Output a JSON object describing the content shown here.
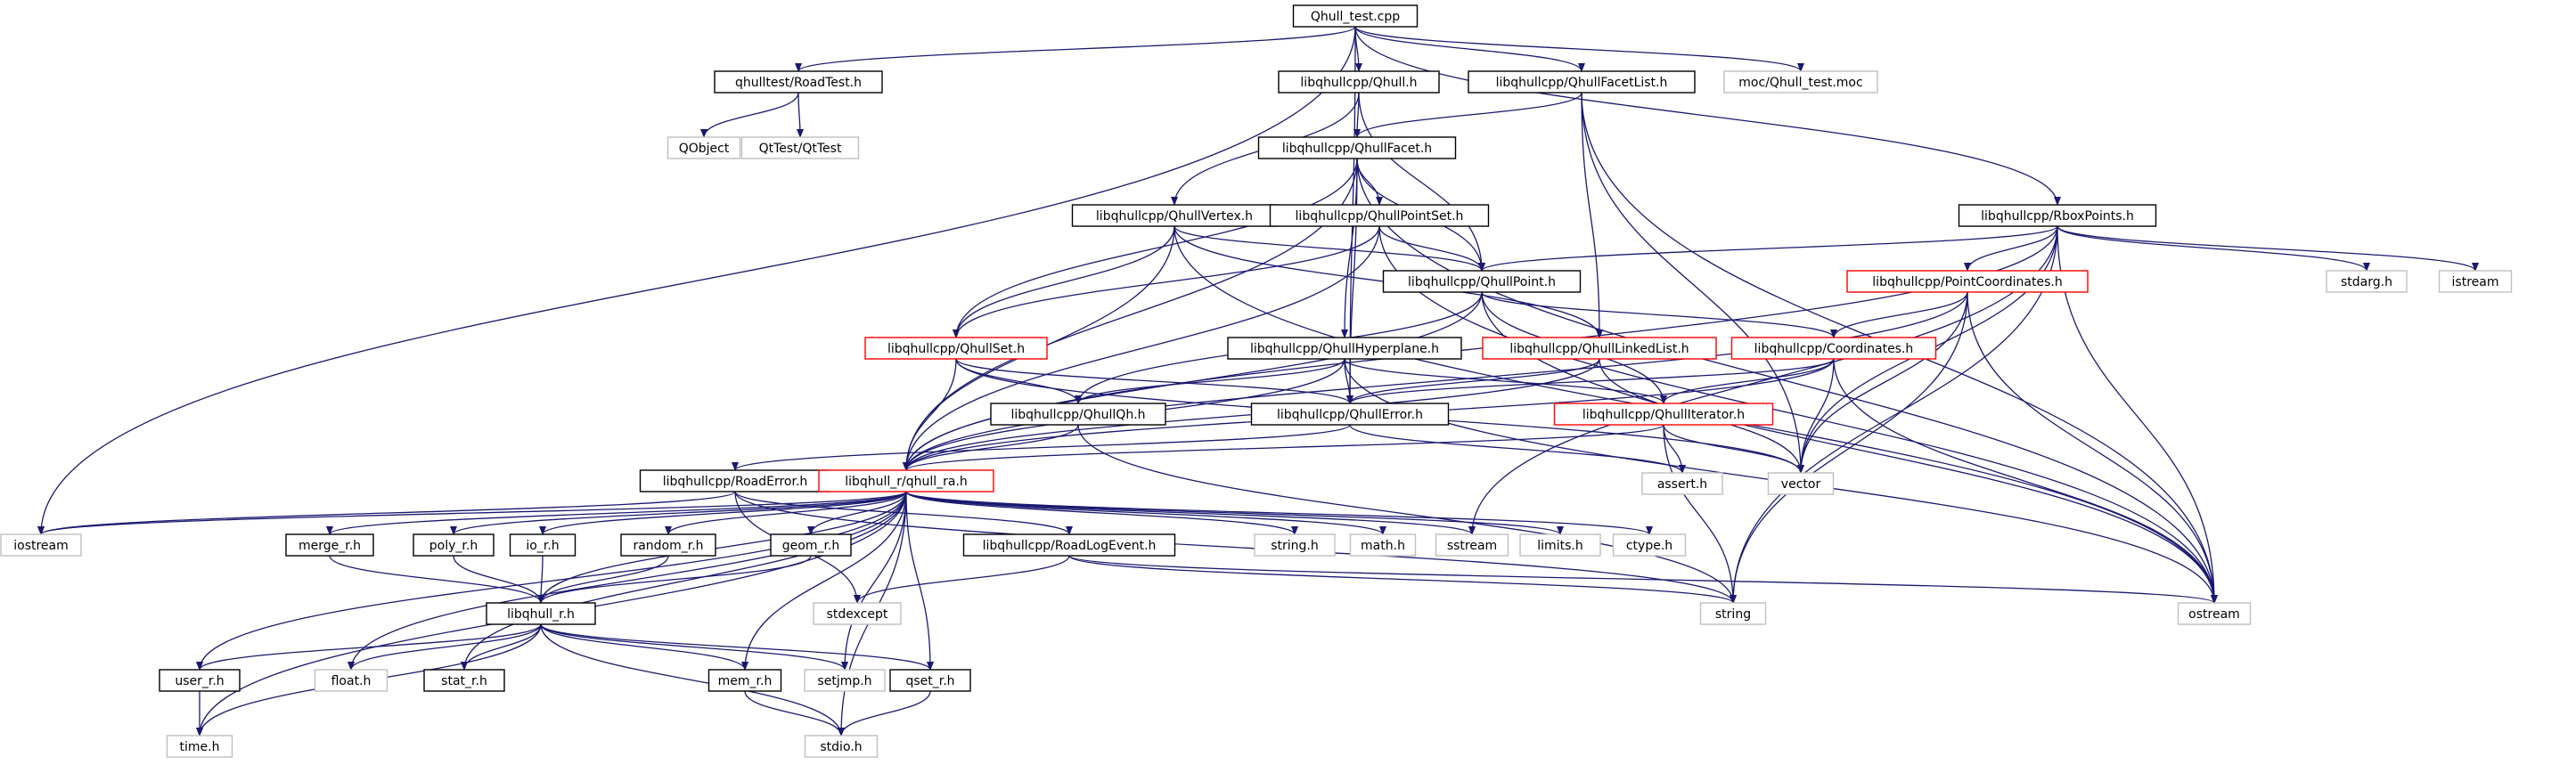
{
  "colors": {
    "background": "#ffffff",
    "edge": "#191970",
    "root_fill": "#bfbfbf",
    "node_border": "#000000",
    "red_border": "#ff0000",
    "external_border": "#bfbfbf",
    "text": "#000000"
  },
  "graph": {
    "nodes": [
      {
        "id": "qhull_test_cpp",
        "label": "Qhull_test.cpp",
        "style": "root"
      },
      {
        "id": "roadtest_h",
        "label": "qhulltest/RoadTest.h",
        "style": "normal"
      },
      {
        "id": "qhull_h",
        "label": "libqhullcpp/Qhull.h",
        "style": "normal"
      },
      {
        "id": "qhullfacetlist_h",
        "label": "libqhullcpp/QhullFacetList.h",
        "style": "normal"
      },
      {
        "id": "qhull_test_moc",
        "label": "moc/Qhull_test.moc",
        "style": "external"
      },
      {
        "id": "qobject",
        "label": "QObject",
        "style": "external"
      },
      {
        "id": "qttest",
        "label": "QtTest/QtTest",
        "style": "external"
      },
      {
        "id": "qhullfacet_h",
        "label": "libqhullcpp/QhullFacet.h",
        "style": "normal"
      },
      {
        "id": "rboxpoints_h",
        "label": "libqhullcpp/RboxPoints.h",
        "style": "normal"
      },
      {
        "id": "qhullvertex_h",
        "label": "libqhullcpp/QhullVertex.h",
        "style": "normal"
      },
      {
        "id": "qhullpointset_h",
        "label": "libqhullcpp/QhullPointSet.h",
        "style": "normal"
      },
      {
        "id": "qhullpoint_h",
        "label": "libqhullcpp/QhullPoint.h",
        "style": "normal"
      },
      {
        "id": "pointcoordinates_h",
        "label": "libqhullcpp/PointCoordinates.h",
        "style": "red"
      },
      {
        "id": "stdarg_h",
        "label": "stdarg.h",
        "style": "external"
      },
      {
        "id": "istream",
        "label": "istream",
        "style": "external"
      },
      {
        "id": "qhullset_h",
        "label": "libqhullcpp/QhullSet.h",
        "style": "red"
      },
      {
        "id": "qhullhyperplane_h",
        "label": "libqhullcpp/QhullHyperplane.h",
        "style": "normal"
      },
      {
        "id": "qhulllinkedlist_h",
        "label": "libqhullcpp/QhullLinkedList.h",
        "style": "red"
      },
      {
        "id": "coordinates_h",
        "label": "libqhullcpp/Coordinates.h",
        "style": "red"
      },
      {
        "id": "qhullqh_h",
        "label": "libqhullcpp/QhullQh.h",
        "style": "normal"
      },
      {
        "id": "qhullerror_h",
        "label": "libqhullcpp/QhullError.h",
        "style": "normal"
      },
      {
        "id": "qhulliterator_h",
        "label": "libqhullcpp/QhullIterator.h",
        "style": "red"
      },
      {
        "id": "roaderror_h",
        "label": "libqhullcpp/RoadError.h",
        "style": "normal"
      },
      {
        "id": "qhull_ra_h",
        "label": "libqhull_r/qhull_ra.h",
        "style": "red"
      },
      {
        "id": "assert_h",
        "label": "assert.h",
        "style": "external"
      },
      {
        "id": "vector",
        "label": "vector",
        "style": "external"
      },
      {
        "id": "iostream",
        "label": "iostream",
        "style": "external"
      },
      {
        "id": "merge_r_h",
        "label": "merge_r.h",
        "style": "normal"
      },
      {
        "id": "poly_r_h",
        "label": "poly_r.h",
        "style": "normal"
      },
      {
        "id": "io_r_h",
        "label": "io_r.h",
        "style": "normal"
      },
      {
        "id": "random_r_h",
        "label": "random_r.h",
        "style": "normal"
      },
      {
        "id": "geom_r_h",
        "label": "geom_r.h",
        "style": "normal"
      },
      {
        "id": "roadlogevent_h",
        "label": "libqhullcpp/RoadLogEvent.h",
        "style": "normal"
      },
      {
        "id": "string_h",
        "label": "string.h",
        "style": "external"
      },
      {
        "id": "math_h",
        "label": "math.h",
        "style": "external"
      },
      {
        "id": "sstream",
        "label": "sstream",
        "style": "external"
      },
      {
        "id": "limits_h",
        "label": "limits.h",
        "style": "external"
      },
      {
        "id": "ctype_h",
        "label": "ctype.h",
        "style": "external"
      },
      {
        "id": "libqhull_r_h",
        "label": "libqhull_r.h",
        "style": "normal"
      },
      {
        "id": "stdexcept",
        "label": "stdexcept",
        "style": "external"
      },
      {
        "id": "string",
        "label": "string",
        "style": "external"
      },
      {
        "id": "ostream",
        "label": "ostream",
        "style": "external"
      },
      {
        "id": "user_r_h",
        "label": "user_r.h",
        "style": "normal"
      },
      {
        "id": "float_h",
        "label": "float.h",
        "style": "external"
      },
      {
        "id": "stat_r_h",
        "label": "stat_r.h",
        "style": "normal"
      },
      {
        "id": "mem_r_h",
        "label": "mem_r.h",
        "style": "normal"
      },
      {
        "id": "setjmp_h",
        "label": "setjmp.h",
        "style": "external"
      },
      {
        "id": "qset_r_h",
        "label": "qset_r.h",
        "style": "normal"
      },
      {
        "id": "time_h",
        "label": "time.h",
        "style": "external"
      },
      {
        "id": "stdio_h",
        "label": "stdio.h",
        "style": "external"
      }
    ],
    "edges": [
      [
        "qhull_test_cpp",
        "roadtest_h"
      ],
      [
        "qhull_test_cpp",
        "qhull_h"
      ],
      [
        "qhull_test_cpp",
        "qhullfacetlist_h"
      ],
      [
        "qhull_test_cpp",
        "qhull_test_moc"
      ],
      [
        "qhull_test_cpp",
        "rboxpoints_h"
      ],
      [
        "qhull_test_cpp",
        "qhullerror_h"
      ],
      [
        "qhull_test_cpp",
        "iostream"
      ],
      [
        "roadtest_h",
        "qobject"
      ],
      [
        "roadtest_h",
        "qttest"
      ],
      [
        "qhull_h",
        "qhullfacet_h"
      ],
      [
        "qhull_h",
        "qhullvertex_h"
      ],
      [
        "qhull_h",
        "qhullpoint_h"
      ],
      [
        "qhullfacetlist_h",
        "qhullfacet_h"
      ],
      [
        "qhullfacetlist_h",
        "qhulllinkedlist_h"
      ],
      [
        "qhullfacetlist_h",
        "ostream"
      ],
      [
        "qhullfacetlist_h",
        "vector"
      ],
      [
        "qhullfacet_h",
        "qhullpointset_h"
      ],
      [
        "qhullfacet_h",
        "qhullpoint_h"
      ],
      [
        "qhullfacet_h",
        "qhullset_h"
      ],
      [
        "qhullfacet_h",
        "qhullhyperplane_h"
      ],
      [
        "qhullfacet_h",
        "qhull_ra_h"
      ],
      [
        "qhullfacet_h",
        "qhullerror_h"
      ],
      [
        "qhullfacet_h",
        "ostream"
      ],
      [
        "rboxpoints_h",
        "pointcoordinates_h"
      ],
      [
        "rboxpoints_h",
        "qhullpoint_h"
      ],
      [
        "rboxpoints_h",
        "stdarg_h"
      ],
      [
        "rboxpoints_h",
        "istream"
      ],
      [
        "rboxpoints_h",
        "ostream"
      ],
      [
        "rboxpoints_h",
        "string"
      ],
      [
        "rboxpoints_h",
        "vector"
      ],
      [
        "rboxpoints_h",
        "sstream"
      ],
      [
        "rboxpoints_h",
        "qhull_ra_h"
      ],
      [
        "qhullvertex_h",
        "qhullpoint_h"
      ],
      [
        "qhullvertex_h",
        "qhullset_h"
      ],
      [
        "qhullvertex_h",
        "qhulllinkedlist_h"
      ],
      [
        "qhullvertex_h",
        "qhull_ra_h"
      ],
      [
        "qhullvertex_h",
        "ostream"
      ],
      [
        "qhullpointset_h",
        "qhullpoint_h"
      ],
      [
        "qhullpointset_h",
        "qhullset_h"
      ],
      [
        "qhullpointset_h",
        "qhull_ra_h"
      ],
      [
        "qhullpointset_h",
        "ostream"
      ],
      [
        "qhullpoint_h",
        "coordinates_h"
      ],
      [
        "qhullpoint_h",
        "qhulliterator_h"
      ],
      [
        "qhullpoint_h",
        "qhullqh_h"
      ],
      [
        "qhullpoint_h",
        "qhull_ra_h"
      ],
      [
        "qhullpoint_h",
        "ostream"
      ],
      [
        "pointcoordinates_h",
        "coordinates_h"
      ],
      [
        "pointcoordinates_h",
        "qhull_ra_h"
      ],
      [
        "pointcoordinates_h",
        "vector"
      ],
      [
        "pointcoordinates_h",
        "ostream"
      ],
      [
        "pointcoordinates_h",
        "string"
      ],
      [
        "qhullset_h",
        "qhullerror_h"
      ],
      [
        "qhullset_h",
        "qhullqh_h"
      ],
      [
        "qhullset_h",
        "qhull_ra_h"
      ],
      [
        "qhullset_h",
        "vector"
      ],
      [
        "qhullhyperplane_h",
        "qhullerror_h"
      ],
      [
        "qhullhyperplane_h",
        "qhulliterator_h"
      ],
      [
        "qhullhyperplane_h",
        "qhullqh_h"
      ],
      [
        "qhullhyperplane_h",
        "qhull_ra_h"
      ],
      [
        "qhullhyperplane_h",
        "ostream"
      ],
      [
        "qhulllinkedlist_h",
        "qhullerror_h"
      ],
      [
        "qhulllinkedlist_h",
        "qhull_ra_h"
      ],
      [
        "qhulllinkedlist_h",
        "vector"
      ],
      [
        "coordinates_h",
        "qhullerror_h"
      ],
      [
        "coordinates_h",
        "qhulliterator_h"
      ],
      [
        "coordinates_h",
        "qhull_ra_h"
      ],
      [
        "coordinates_h",
        "vector"
      ],
      [
        "coordinates_h",
        "ostream"
      ],
      [
        "qhullqh_h",
        "qhull_ra_h"
      ],
      [
        "qhullqh_h",
        "string"
      ],
      [
        "qhullerror_h",
        "roaderror_h"
      ],
      [
        "qhullerror_h",
        "assert_h"
      ],
      [
        "qhulliterator_h",
        "qhull_ra_h"
      ],
      [
        "qhulliterator_h",
        "assert_h"
      ],
      [
        "qhulliterator_h",
        "vector"
      ],
      [
        "qhulliterator_h",
        "string"
      ],
      [
        "roaderror_h",
        "roadlogevent_h"
      ],
      [
        "roaderror_h",
        "iostream"
      ],
      [
        "roaderror_h",
        "string"
      ],
      [
        "roaderror_h",
        "stdexcept"
      ],
      [
        "qhull_ra_h",
        "libqhull_r_h"
      ],
      [
        "qhull_ra_h",
        "merge_r_h"
      ],
      [
        "qhull_ra_h",
        "poly_r_h"
      ],
      [
        "qhull_ra_h",
        "io_r_h"
      ],
      [
        "qhull_ra_h",
        "random_r_h"
      ],
      [
        "qhull_ra_h",
        "geom_r_h"
      ],
      [
        "qhull_ra_h",
        "stat_r_h"
      ],
      [
        "qhull_ra_h",
        "mem_r_h"
      ],
      [
        "qhull_ra_h",
        "qset_r_h"
      ],
      [
        "qhull_ra_h",
        "setjmp_h"
      ],
      [
        "qhull_ra_h",
        "string_h"
      ],
      [
        "qhull_ra_h",
        "math_h"
      ],
      [
        "qhull_ra_h",
        "float_h"
      ],
      [
        "qhull_ra_h",
        "limits_h"
      ],
      [
        "qhull_ra_h",
        "time_h"
      ],
      [
        "qhull_ra_h",
        "ctype_h"
      ],
      [
        "qhull_ra_h",
        "stdio_h"
      ],
      [
        "qhull_ra_h",
        "user_r_h"
      ],
      [
        "qhull_ra_h",
        "iostream"
      ],
      [
        "qhull_ra_h",
        "sstream"
      ],
      [
        "merge_r_h",
        "libqhull_r_h"
      ],
      [
        "poly_r_h",
        "libqhull_r_h"
      ],
      [
        "io_r_h",
        "libqhull_r_h"
      ],
      [
        "random_r_h",
        "libqhull_r_h"
      ],
      [
        "geom_r_h",
        "libqhull_r_h"
      ],
      [
        "roadlogevent_h",
        "ostream"
      ],
      [
        "roadlogevent_h",
        "stdexcept"
      ],
      [
        "roadlogevent_h",
        "string"
      ],
      [
        "libqhull_r_h",
        "user_r_h"
      ],
      [
        "libqhull_r_h",
        "float_h"
      ],
      [
        "libqhull_r_h",
        "stat_r_h"
      ],
      [
        "libqhull_r_h",
        "mem_r_h"
      ],
      [
        "libqhull_r_h",
        "setjmp_h"
      ],
      [
        "libqhull_r_h",
        "qset_r_h"
      ],
      [
        "libqhull_r_h",
        "time_h"
      ],
      [
        "libqhull_r_h",
        "stdio_h"
      ],
      [
        "user_r_h",
        "time_h"
      ],
      [
        "mem_r_h",
        "stdio_h"
      ],
      [
        "qset_r_h",
        "stdio_h"
      ]
    ]
  }
}
